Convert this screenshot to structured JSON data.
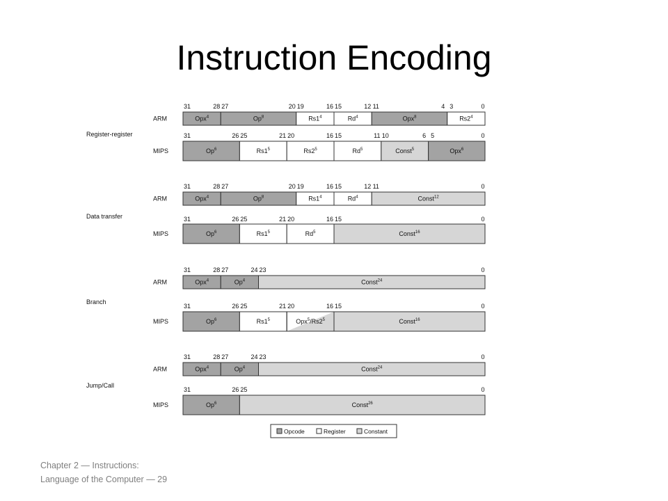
{
  "title": "Instruction Encoding",
  "footer": "Chapter 2 — Instructions: Language of the Computer — 29",
  "colors": {
    "opcode": "#a3a3a3",
    "register": "#ffffff",
    "constant": "#d6d6d6",
    "border": "#333333"
  },
  "legend": [
    {
      "label": "Opcode",
      "kind": "opcode"
    },
    {
      "label": "Register",
      "kind": "register"
    },
    {
      "label": "Constant",
      "kind": "constant"
    }
  ],
  "groups": [
    {
      "label": "Register-register",
      "rows": [
        {
          "arch": "ARM",
          "fields": [
            {
              "hi": 31,
              "lo": 28,
              "name": "Opx",
              "sup": "4",
              "kind": "opcode"
            },
            {
              "hi": 27,
              "lo": 20,
              "name": "Op",
              "sup": "8",
              "kind": "opcode"
            },
            {
              "hi": 19,
              "lo": 16,
              "name": "Rs1",
              "sup": "4",
              "kind": "register"
            },
            {
              "hi": 15,
              "lo": 12,
              "name": "Rd",
              "sup": "4",
              "kind": "register"
            },
            {
              "hi": 11,
              "lo": 4,
              "name": "Opx",
              "sup": "8",
              "kind": "opcode"
            },
            {
              "hi": 3,
              "lo": 0,
              "name": "Rs2",
              "sup": "4",
              "kind": "register"
            }
          ]
        },
        {
          "arch": "MIPS",
          "fields": [
            {
              "hi": 31,
              "lo": 26,
              "name": "Op",
              "sup": "6",
              "kind": "opcode"
            },
            {
              "hi": 25,
              "lo": 21,
              "name": "Rs1",
              "sup": "5",
              "kind": "register"
            },
            {
              "hi": 20,
              "lo": 16,
              "name": "Rs2",
              "sup": "5",
              "kind": "register"
            },
            {
              "hi": 15,
              "lo": 11,
              "name": "Rd",
              "sup": "5",
              "kind": "register"
            },
            {
              "hi": 10,
              "lo": 6,
              "name": "Const",
              "sup": "5",
              "kind": "constant"
            },
            {
              "hi": 5,
              "lo": 0,
              "name": "Opx",
              "sup": "6",
              "kind": "opcode"
            }
          ]
        }
      ]
    },
    {
      "label": "Data transfer",
      "rows": [
        {
          "arch": "ARM",
          "fields": [
            {
              "hi": 31,
              "lo": 28,
              "name": "Opx",
              "sup": "4",
              "kind": "opcode"
            },
            {
              "hi": 27,
              "lo": 20,
              "name": "Op",
              "sup": "8",
              "kind": "opcode"
            },
            {
              "hi": 19,
              "lo": 16,
              "name": "Rs1",
              "sup": "4",
              "kind": "register"
            },
            {
              "hi": 15,
              "lo": 12,
              "name": "Rd",
              "sup": "4",
              "kind": "register"
            },
            {
              "hi": 11,
              "lo": 0,
              "name": "Const",
              "sup": "12",
              "kind": "constant"
            }
          ]
        },
        {
          "arch": "MIPS",
          "fields": [
            {
              "hi": 31,
              "lo": 26,
              "name": "Op",
              "sup": "6",
              "kind": "opcode"
            },
            {
              "hi": 25,
              "lo": 21,
              "name": "Rs1",
              "sup": "5",
              "kind": "register"
            },
            {
              "hi": 20,
              "lo": 16,
              "name": "Rd",
              "sup": "5",
              "kind": "register"
            },
            {
              "hi": 15,
              "lo": 0,
              "name": "Const",
              "sup": "16",
              "kind": "constant"
            }
          ]
        }
      ]
    },
    {
      "label": "Branch",
      "rows": [
        {
          "arch": "ARM",
          "fields": [
            {
              "hi": 31,
              "lo": 28,
              "name": "Opx",
              "sup": "4",
              "kind": "opcode"
            },
            {
              "hi": 27,
              "lo": 24,
              "name": "Op",
              "sup": "4",
              "kind": "opcode"
            },
            {
              "hi": 23,
              "lo": 0,
              "name": "Const",
              "sup": "24",
              "kind": "constant"
            }
          ]
        },
        {
          "arch": "MIPS",
          "fields": [
            {
              "hi": 31,
              "lo": 26,
              "name": "Op",
              "sup": "6",
              "kind": "opcode"
            },
            {
              "hi": 25,
              "lo": 21,
              "name": "Rs1",
              "sup": "5",
              "kind": "register"
            },
            {
              "hi": 20,
              "lo": 16,
              "name": "Opx",
              "sup": "5",
              "name2": "Rs2",
              "sup2": "5",
              "kind": "split"
            },
            {
              "hi": 15,
              "lo": 0,
              "name": "Const",
              "sup": "16",
              "kind": "constant"
            }
          ]
        }
      ]
    },
    {
      "label": "Jump/Call",
      "rows": [
        {
          "arch": "ARM",
          "fields": [
            {
              "hi": 31,
              "lo": 28,
              "name": "Opx",
              "sup": "4",
              "kind": "opcode"
            },
            {
              "hi": 27,
              "lo": 24,
              "name": "Op",
              "sup": "4",
              "kind": "opcode"
            },
            {
              "hi": 23,
              "lo": 0,
              "name": "Const",
              "sup": "24",
              "kind": "constant"
            }
          ]
        },
        {
          "arch": "MIPS",
          "fields": [
            {
              "hi": 31,
              "lo": 26,
              "name": "Op",
              "sup": "6",
              "kind": "opcode"
            },
            {
              "hi": 25,
              "lo": 0,
              "name": "Const",
              "sup": "26",
              "kind": "constant"
            }
          ]
        }
      ]
    }
  ]
}
